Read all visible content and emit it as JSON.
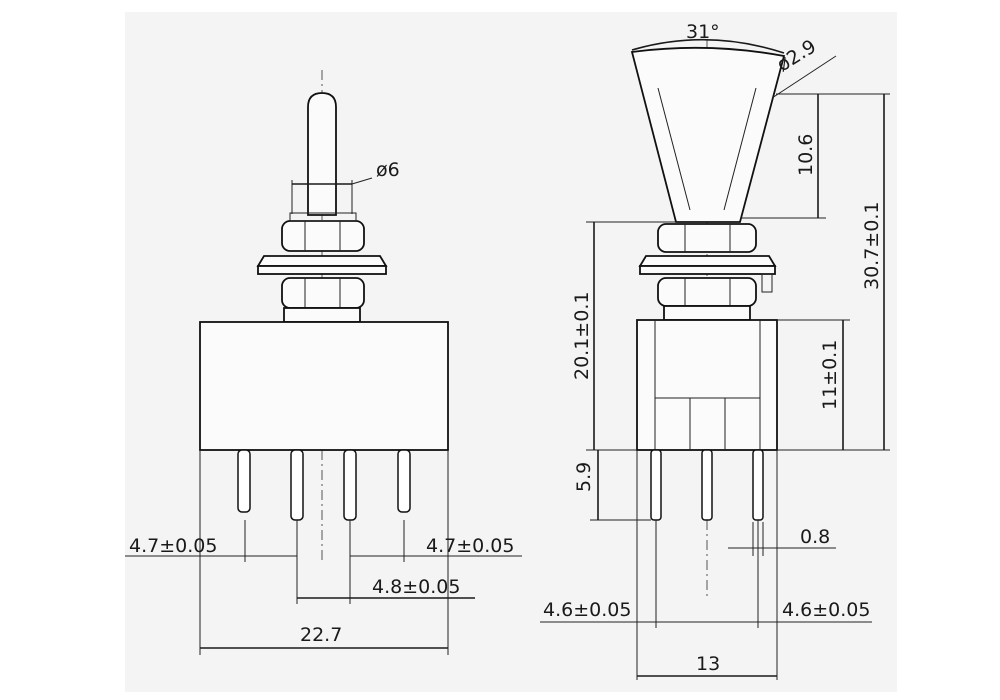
{
  "left_view": {
    "diameter_label": "ø6",
    "pitch_left_label": "4.7±0.05",
    "pitch_right_label": "4.7±0.05",
    "pitch_center_label": "4.8±0.05",
    "width_label": "22.7"
  },
  "right_view": {
    "angle_label": "31°",
    "tip_diameter_label": "ø2.9",
    "lever_height_label": "10.6",
    "total_height_label": "30.7±0.1",
    "bushing_height_label": "20.1±0.1",
    "body_height_label": "11±0.1",
    "pin_length_label": "5.9",
    "pin_width_label": "0.8",
    "pitch_left_label": "4.6±0.05",
    "pitch_right_label": "4.6±0.05",
    "width_label": "13"
  }
}
